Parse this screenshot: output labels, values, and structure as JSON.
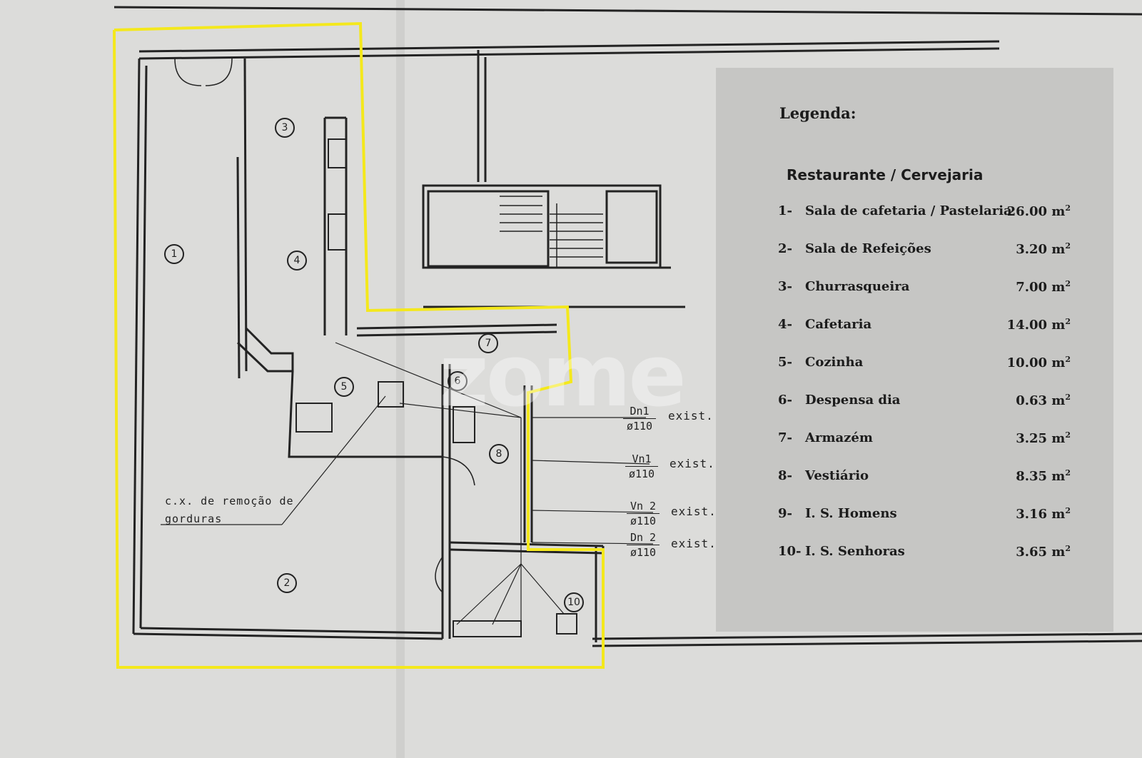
{
  "legend": {
    "title": "Legenda:",
    "subtitle": "Restaurante / Cervejaria",
    "items": [
      {
        "num": "1-",
        "name": "Sala de cafetaria / Pastelaria",
        "area": "26.00 m",
        "sup": "2"
      },
      {
        "num": "2-",
        "name": "Sala de Refeições",
        "area": "3.20 m",
        "sup": "2"
      },
      {
        "num": "3-",
        "name": "Churrasqueira",
        "area": "7.00 m",
        "sup": "2"
      },
      {
        "num": "4-",
        "name": "Cafetaria",
        "area": "14.00 m",
        "sup": "2"
      },
      {
        "num": "5-",
        "name": "Cozinha",
        "area": "10.00 m",
        "sup": "2"
      },
      {
        "num": "6-",
        "name": "Despensa dia",
        "area": "0.63 m",
        "sup": "2"
      },
      {
        "num": "7-",
        "name": "Armazém",
        "area": "3.25 m",
        "sup": "2"
      },
      {
        "num": "8-",
        "name": "Vestiário",
        "area": "8.35 m",
        "sup": "2"
      },
      {
        "num": "9-",
        "name": "I. S.  Homens",
        "area": "3.16 m",
        "sup": "2"
      },
      {
        "num": "10-",
        "name": "I. S. Senhoras",
        "area": "3.65 m",
        "sup": "2"
      }
    ]
  },
  "rooms": [
    "1",
    "2",
    "3",
    "4",
    "5",
    "6",
    "7",
    "8",
    "10"
  ],
  "note": {
    "line1": "c.x. de remoção de",
    "line2": "gorduras"
  },
  "pipes": [
    {
      "top": "Dn1",
      "bottom": "ø110",
      "status": "exist."
    },
    {
      "top": "Vn1",
      "bottom": "ø110",
      "status": "exist."
    },
    {
      "top": "Vn 2",
      "bottom": "ø110",
      "status": "exist."
    },
    {
      "top": "Dn 2",
      "bottom": "ø110",
      "status": "exist."
    }
  ],
  "watermark": "zome",
  "colors": {
    "paper": "#dcdcda",
    "legend_panel": "#c6c6c4",
    "ink": "#222222",
    "highlight": "#f4e81c"
  }
}
